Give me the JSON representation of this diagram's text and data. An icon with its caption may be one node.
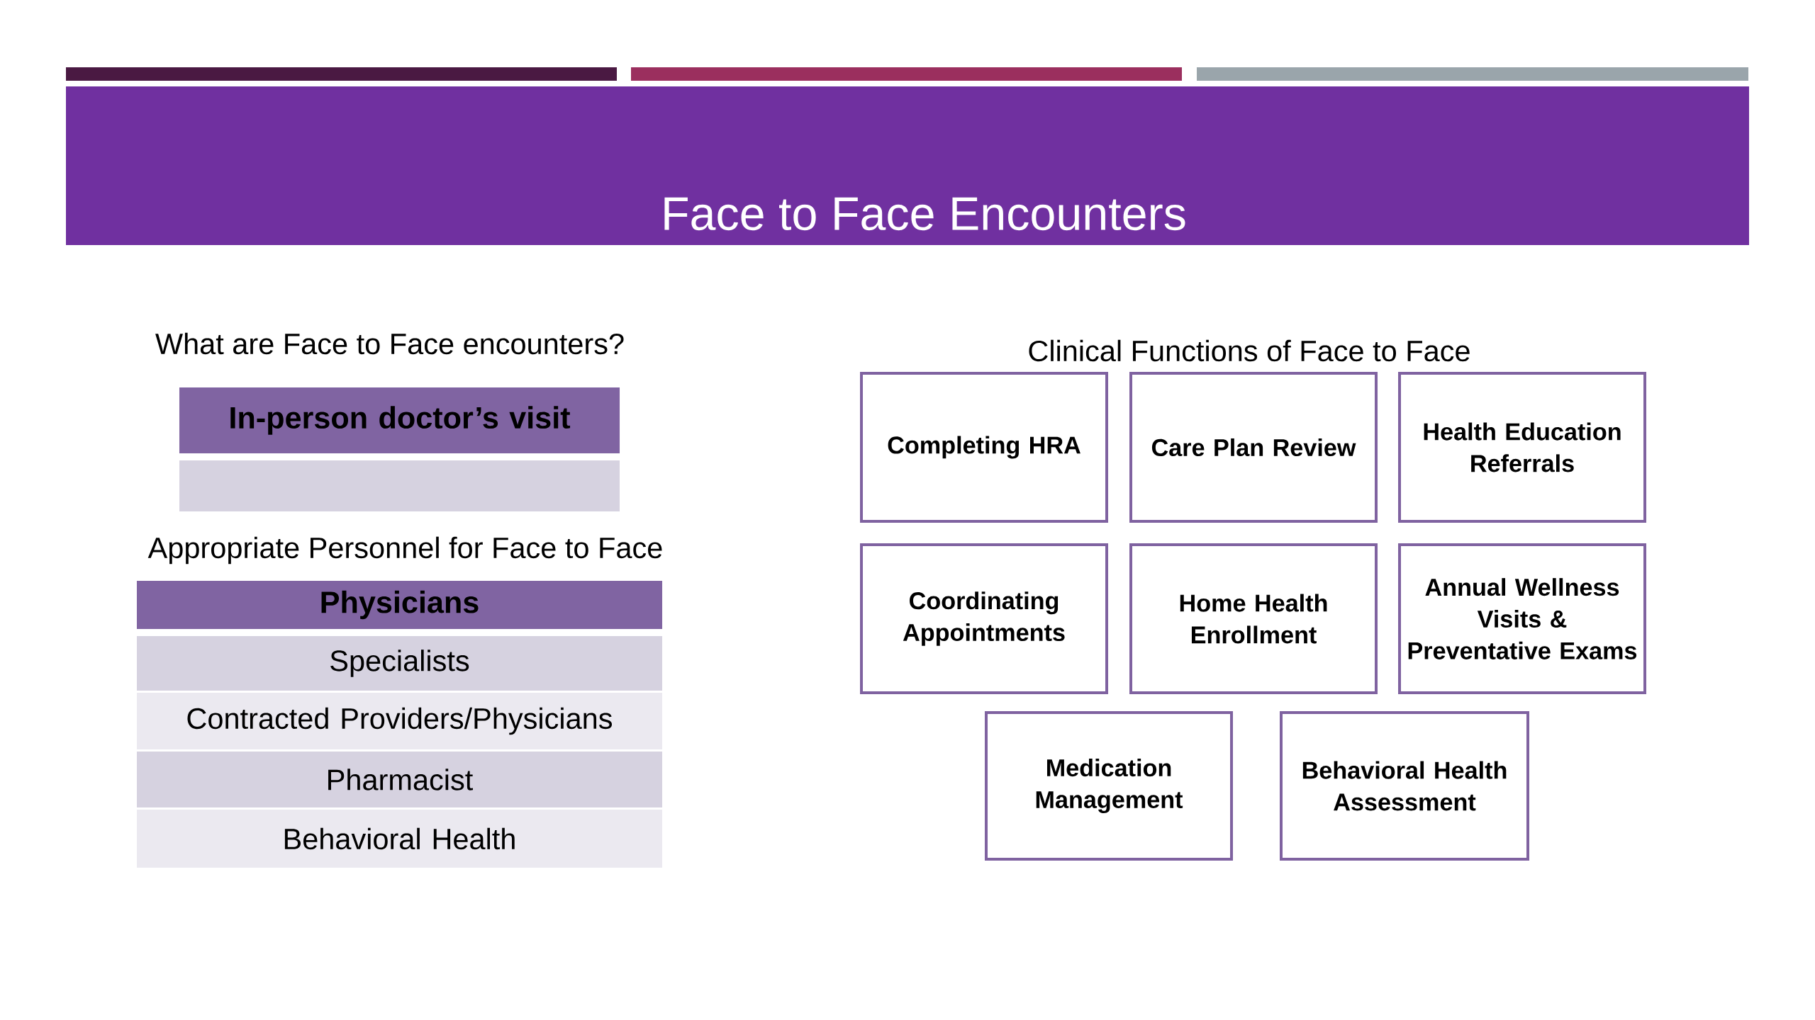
{
  "diagram": {
    "title": "Face to Face Encounters",
    "nodes": [
      {
        "text": [
          "In-person doctor’s visit"
        ]
      },
      {
        "text": [],
        "shape": "box"
      },
      {
        "text": [
          "Physicians"
        ]
      },
      {
        "text": [
          "Specialists"
        ]
      },
      {
        "text": [
          "Contracted Providers/Physicians"
        ]
      },
      {
        "text": [
          "Pharmacist"
        ]
      },
      {
        "text": [
          "Behavioral Health"
        ]
      },
      {
        "text": [
          "Completing HRA"
        ]
      },
      {
        "text": [
          "Care Plan Review"
        ]
      },
      {
        "text": [
          "Health Education Referrals"
        ]
      },
      {
        "text": [
          "Coordinating Appointments"
        ]
      },
      {
        "text": [
          "Home Health Enrollment"
        ]
      },
      {
        "text": [
          "Annual Wellness Visits & Preventative Exams"
        ]
      },
      {
        "text": [
          "Medication Management"
        ]
      },
      {
        "text": [
          "Behavioral Health Assessment"
        ]
      }
    ],
    "labels": [
      "What are Face to Face encounters?",
      "Appropriate Personnel for Face to Face",
      "Clinical Functions of Face to Face"
    ]
  }
}
